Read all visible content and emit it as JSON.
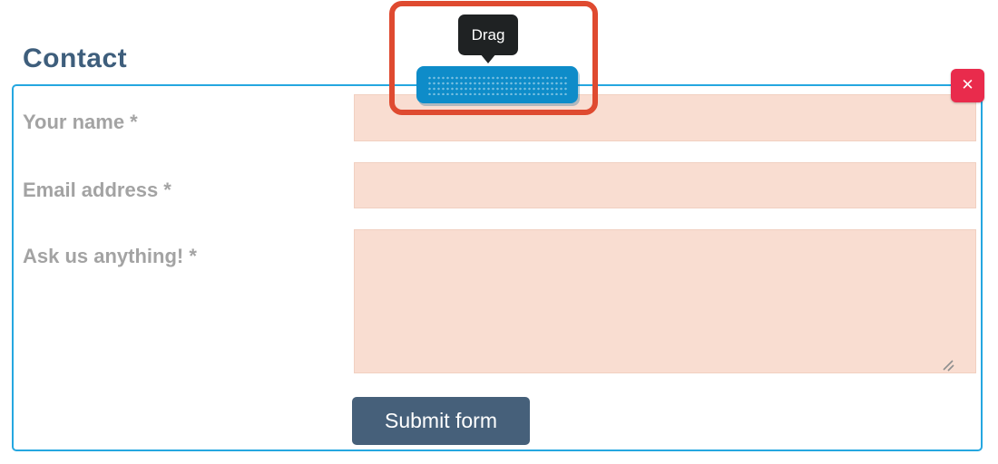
{
  "title": "Contact",
  "annotation": {
    "purpose": "highlight-drag-widget",
    "color": "#df4a30"
  },
  "drag_widget": {
    "tooltip_label": "Drag",
    "tooltip_bg": "#1f2223",
    "handle_color": "#0e8cc9"
  },
  "close_button": {
    "label": "✕",
    "bg": "#e92b4c"
  },
  "form": {
    "border_color": "#25a7e0",
    "field_bg": "#f9ddd1",
    "fields": [
      {
        "id": "name",
        "label": "Your name *",
        "type": "text",
        "value": "",
        "placeholder": ""
      },
      {
        "id": "email",
        "label": "Email address *",
        "type": "text",
        "value": "",
        "placeholder": ""
      },
      {
        "id": "message",
        "label": "Ask us anything! *",
        "type": "textarea",
        "value": "",
        "placeholder": ""
      }
    ],
    "submit": {
      "label": "Submit form",
      "bg": "#46607a"
    }
  },
  "colors": {
    "heading": "#3e5e7c",
    "label": "#a3a3a3"
  }
}
